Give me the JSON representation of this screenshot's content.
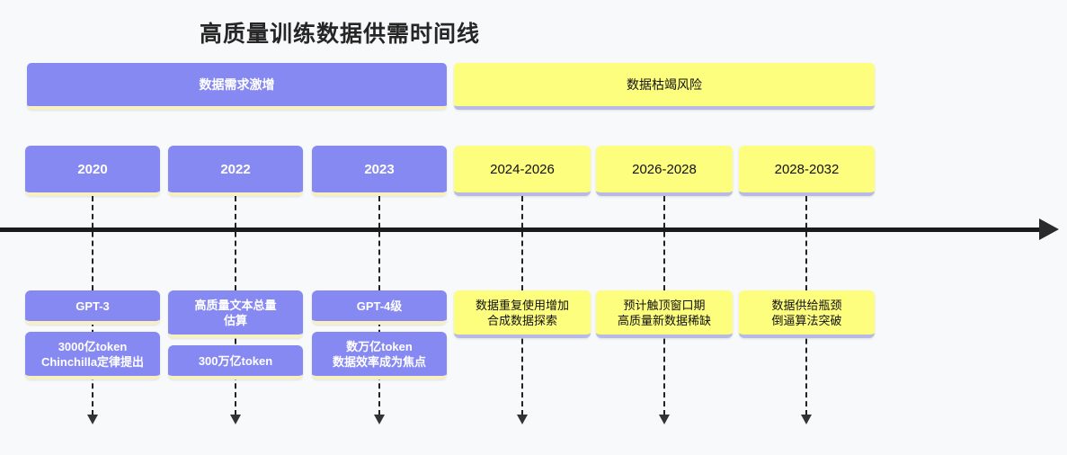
{
  "title": "高质量训练数据供需时间线",
  "colors": {
    "purple": "#8789f2",
    "yellow": "#fdfd7e",
    "purple_box_underline": "#f6f0c2",
    "yellow_box_underline": "#b9bae4",
    "axis": "#1b1b1b",
    "background": "#f8f9fb"
  },
  "phases": [
    {
      "label": "数据需求激增",
      "theme": "purple"
    },
    {
      "label": "数据枯竭风险",
      "theme": "yellow"
    }
  ],
  "columns": [
    {
      "year": "2020",
      "theme": "purple",
      "boxes": [
        "GPT-3",
        "3000亿token\nChinchilla定律提出"
      ]
    },
    {
      "year": "2022",
      "theme": "purple",
      "boxes": [
        "高质量文本总量\n估算",
        "300万亿token"
      ]
    },
    {
      "year": "2023",
      "theme": "purple",
      "boxes": [
        "GPT-4级",
        "数万亿token\n数据效率成为焦点"
      ]
    },
    {
      "year": "2024-2026",
      "theme": "yellow",
      "boxes": [
        "数据重复使用增加\n合成数据探索"
      ]
    },
    {
      "year": "2026-2028",
      "theme": "yellow",
      "boxes": [
        "预计触顶窗口期\n高质量新数据稀缺"
      ]
    },
    {
      "year": "2028-2032",
      "theme": "yellow",
      "boxes": [
        "数据供给瓶颈\n倒逼算法突破"
      ]
    }
  ]
}
